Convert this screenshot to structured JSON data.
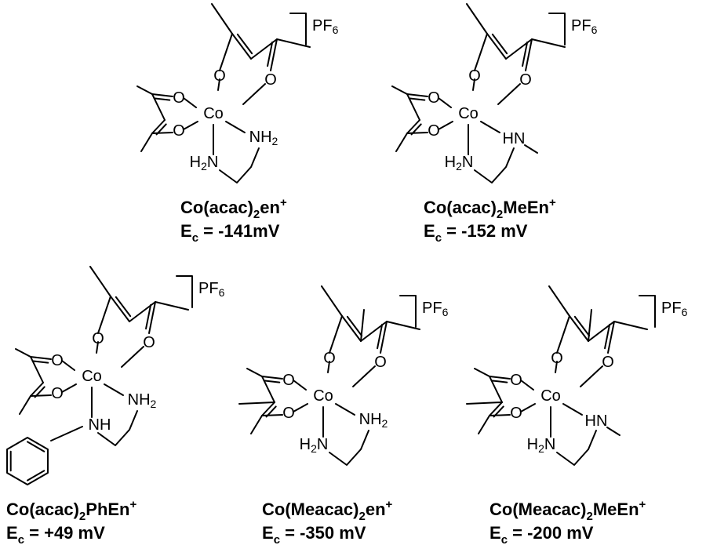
{
  "counterion": {
    "main": "PF",
    "sub": "6"
  },
  "atoms": {
    "O": "O",
    "Co": "Co",
    "N": "N",
    "H": "H",
    "sub2": "2"
  },
  "complexes": [
    {
      "name_pre": "Co(acac)",
      "name_sub": "2",
      "name_post": "en",
      "name_sup": "+",
      "e_main": "E",
      "e_sub": "c",
      "e_value": " = -141mV"
    },
    {
      "name_pre": "Co(acac)",
      "name_sub": "2",
      "name_post": "MeEn",
      "name_sup": "+",
      "e_main": "E",
      "e_sub": "c",
      "e_value": " = -152 mV"
    },
    {
      "name_pre": "Co(acac)",
      "name_sub": "2",
      "name_post": "PhEn",
      "name_sup": "+",
      "e_main": "E",
      "e_sub": "c",
      "e_value": " = +49 mV"
    },
    {
      "name_pre": "Co(Meacac)",
      "name_sub": "2",
      "name_post": "en",
      "name_sup": "+",
      "e_main": "E",
      "e_sub": "c",
      "e_value": " = -350 mV"
    },
    {
      "name_pre": "Co(Meacac)",
      "name_sub": "2",
      "name_post": "MeEn",
      "name_sup": "+",
      "e_main": "E",
      "e_sub": "c",
      "e_value": " = -200 mV"
    }
  ]
}
